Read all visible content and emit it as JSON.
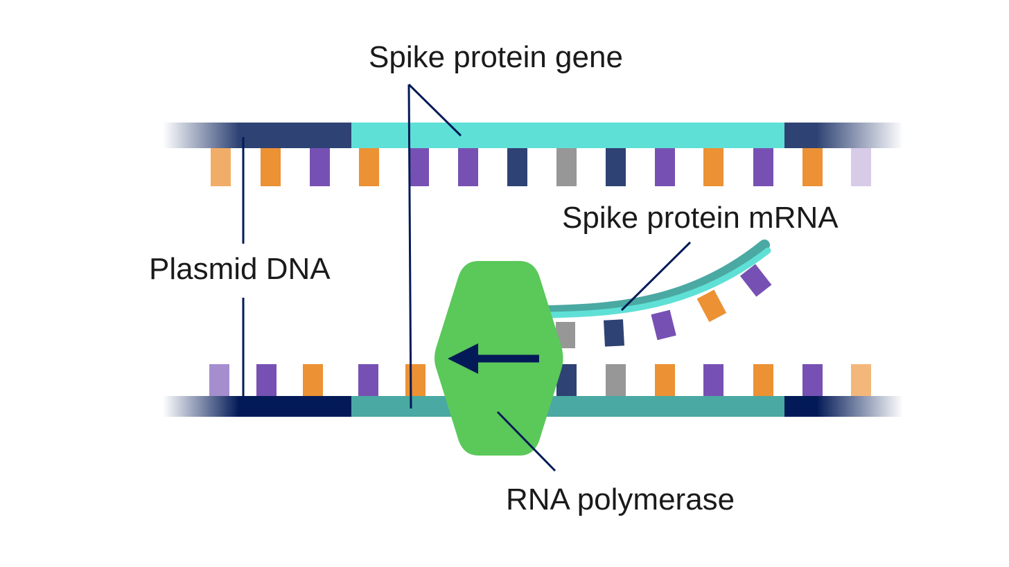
{
  "labels": {
    "gene": "Spike protein gene",
    "mrna": "Spike protein mRNA",
    "plasmid": "Plasmid DNA",
    "polymerase": "RNA polymerase"
  },
  "top_bases": [
    "orange",
    "orange",
    "purple",
    "orange",
    "purple",
    "purple",
    "navy",
    "gray",
    "navy",
    "purple",
    "orange",
    "purple",
    "orange",
    "lavender"
  ],
  "bottom_bases": [
    "purple",
    "purple",
    "orange",
    "purple",
    "orange",
    "",
    "",
    "navy",
    "gray",
    "orange",
    "purple",
    "orange",
    "purple",
    "orange"
  ],
  "mrna_bases": [
    "gray",
    "navy",
    "purple",
    "orange",
    "purple"
  ],
  "colors": {
    "orange": "#ec9134",
    "purple": "#7651b3",
    "navy": "#2e4273",
    "gray": "#979797",
    "lavender": "#c9b9e0",
    "gene_top": "#5fe0d6",
    "gene_bottom": "#4aa9a2",
    "backbone_top": "#2e4273",
    "backbone_bottom": "#021a57",
    "polymerase": "#5bc85a",
    "arrow": "#021a57",
    "leader": "#021a57"
  }
}
